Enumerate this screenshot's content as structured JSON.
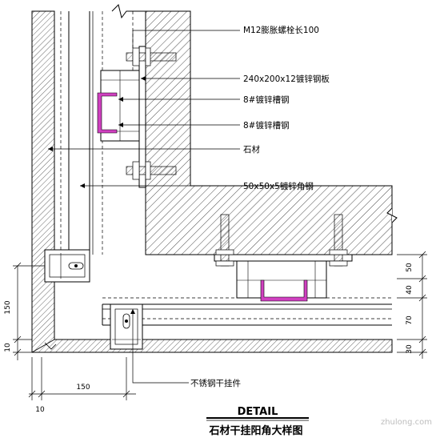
{
  "labels": {
    "bolt": "M12膨胀螺栓长100",
    "plate": "240x200x12镀锌钢板",
    "channel1": "8#镀锌槽钢",
    "channel2": "8#镀锌槽钢",
    "stone": "石材",
    "angle": "50x50x5镀锌角钢",
    "hanger": "不锈钢干挂件"
  },
  "dimensions": {
    "left_150": "150",
    "left_10": "10",
    "bottom_150": "150",
    "bottom_10": "10",
    "right_50": "50",
    "right_40": "40",
    "right_70": "70",
    "right_30": "30"
  },
  "title": {
    "detail": "DETAIL",
    "caption": "石材干挂阳角大样图"
  },
  "watermark": "zhulong.com",
  "colors": {
    "line": "#000000",
    "channel": "#d040c0",
    "dashed": "#000000"
  }
}
